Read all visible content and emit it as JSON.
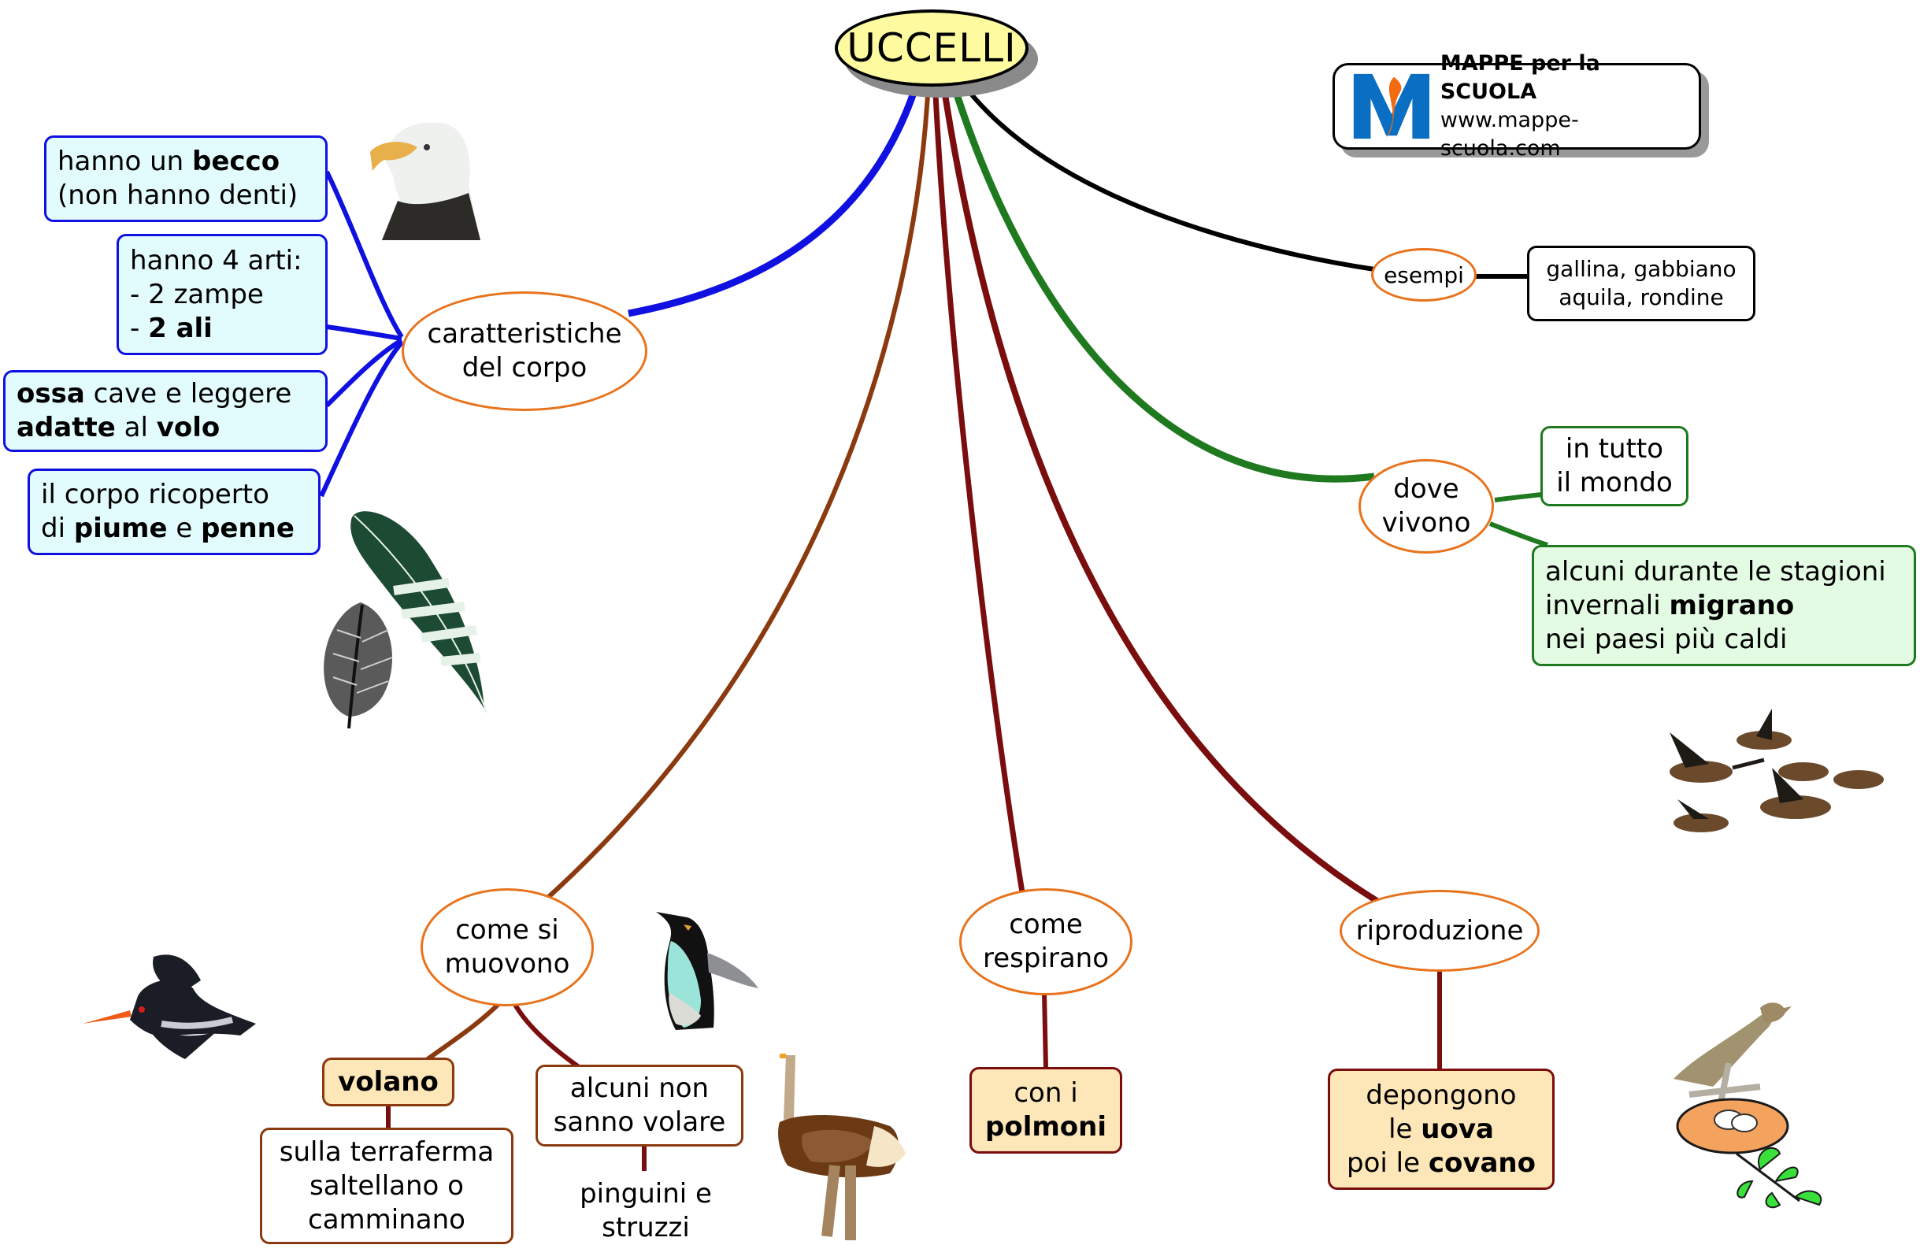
{
  "map": {
    "title": "UCCELLI",
    "colors": {
      "title_fill": "#fdfaa0",
      "ellipse_border": "#e8731d",
      "branch_body": "#1010e0",
      "branch_movement": "#8b3a10",
      "branch_breathing": "#7a0d0d",
      "branch_reproduction": "#7a0d0d",
      "branch_habitat": "#1f7a1f",
      "branch_examples": "#000000"
    }
  },
  "logo": {
    "name": "MAPPE per la SCUOLA",
    "url": "www.mappe-scuola.com",
    "colors": {
      "primary": "#0a6fc2",
      "accent": "#f26b10"
    }
  },
  "body": {
    "label_lines": [
      "caratteristiche",
      "del corpo"
    ],
    "facts": [
      {
        "lines": [
          [
            {
              "t": "hanno un "
            },
            {
              "t": "becco",
              "b": true
            }
          ],
          [
            {
              "t": "(non hanno denti)"
            }
          ]
        ]
      },
      {
        "lines": [
          [
            {
              "t": "hanno 4 arti:"
            }
          ],
          [
            {
              "t": "- 2 zampe"
            }
          ],
          [
            {
              "t": "- "
            },
            {
              "t": "2 ali",
              "b": true
            }
          ]
        ]
      },
      {
        "lines": [
          [
            {
              "t": "ossa",
              "b": true
            },
            {
              "t": " cave e leggere"
            }
          ],
          [
            {
              "t": "adatte",
              "b": true
            },
            {
              "t": " al "
            },
            {
              "t": "volo",
              "b": true
            }
          ]
        ]
      },
      {
        "lines": [
          [
            {
              "t": "il corpo ricoperto"
            }
          ],
          [
            {
              "t": "di "
            },
            {
              "t": "piume",
              "b": true
            },
            {
              "t": " e "
            },
            {
              "t": "penne",
              "b": true
            }
          ]
        ]
      }
    ]
  },
  "examples": {
    "label": "esempi",
    "lines": [
      "gallina, gabbiano",
      "aquila,  rondine"
    ]
  },
  "habitat": {
    "label_lines": [
      "dove",
      "vivono"
    ],
    "everywhere_lines": [
      "in tutto",
      "il mondo"
    ],
    "migration": [
      [
        {
          "t": "alcuni durante le stagioni"
        }
      ],
      [
        {
          "t": "invernali "
        },
        {
          "t": "migrano",
          "b": true
        }
      ],
      [
        {
          "t": "nei paesi più caldi"
        }
      ]
    ]
  },
  "movement": {
    "label_lines": [
      "come si",
      "muovono"
    ],
    "fly": "volano",
    "ground_lines": [
      "sulla terraferma",
      "saltellano o",
      "camminano"
    ],
    "flightless_lines": [
      "alcuni non",
      "sanno volare"
    ],
    "flightless_examples_lines": [
      "pinguini e",
      "struzzi"
    ]
  },
  "breathing": {
    "label_lines": [
      "come",
      "respirano"
    ],
    "answer": [
      [
        {
          "t": "con i"
        }
      ],
      [
        {
          "t": "polmoni",
          "b": true
        }
      ]
    ]
  },
  "reproduction": {
    "label": "riproduzione",
    "answer": [
      [
        {
          "t": "depongono"
        }
      ],
      [
        {
          "t": "le "
        },
        {
          "t": "uova",
          "b": true
        }
      ],
      [
        {
          "t": "poi le "
        },
        {
          "t": "covano",
          "b": true
        }
      ]
    ]
  },
  "illustrations": [
    "eagle-head",
    "green-feather",
    "grey-feather",
    "flying-geese",
    "oystercatcher",
    "penguin",
    "ostrich",
    "bird-on-nest"
  ]
}
